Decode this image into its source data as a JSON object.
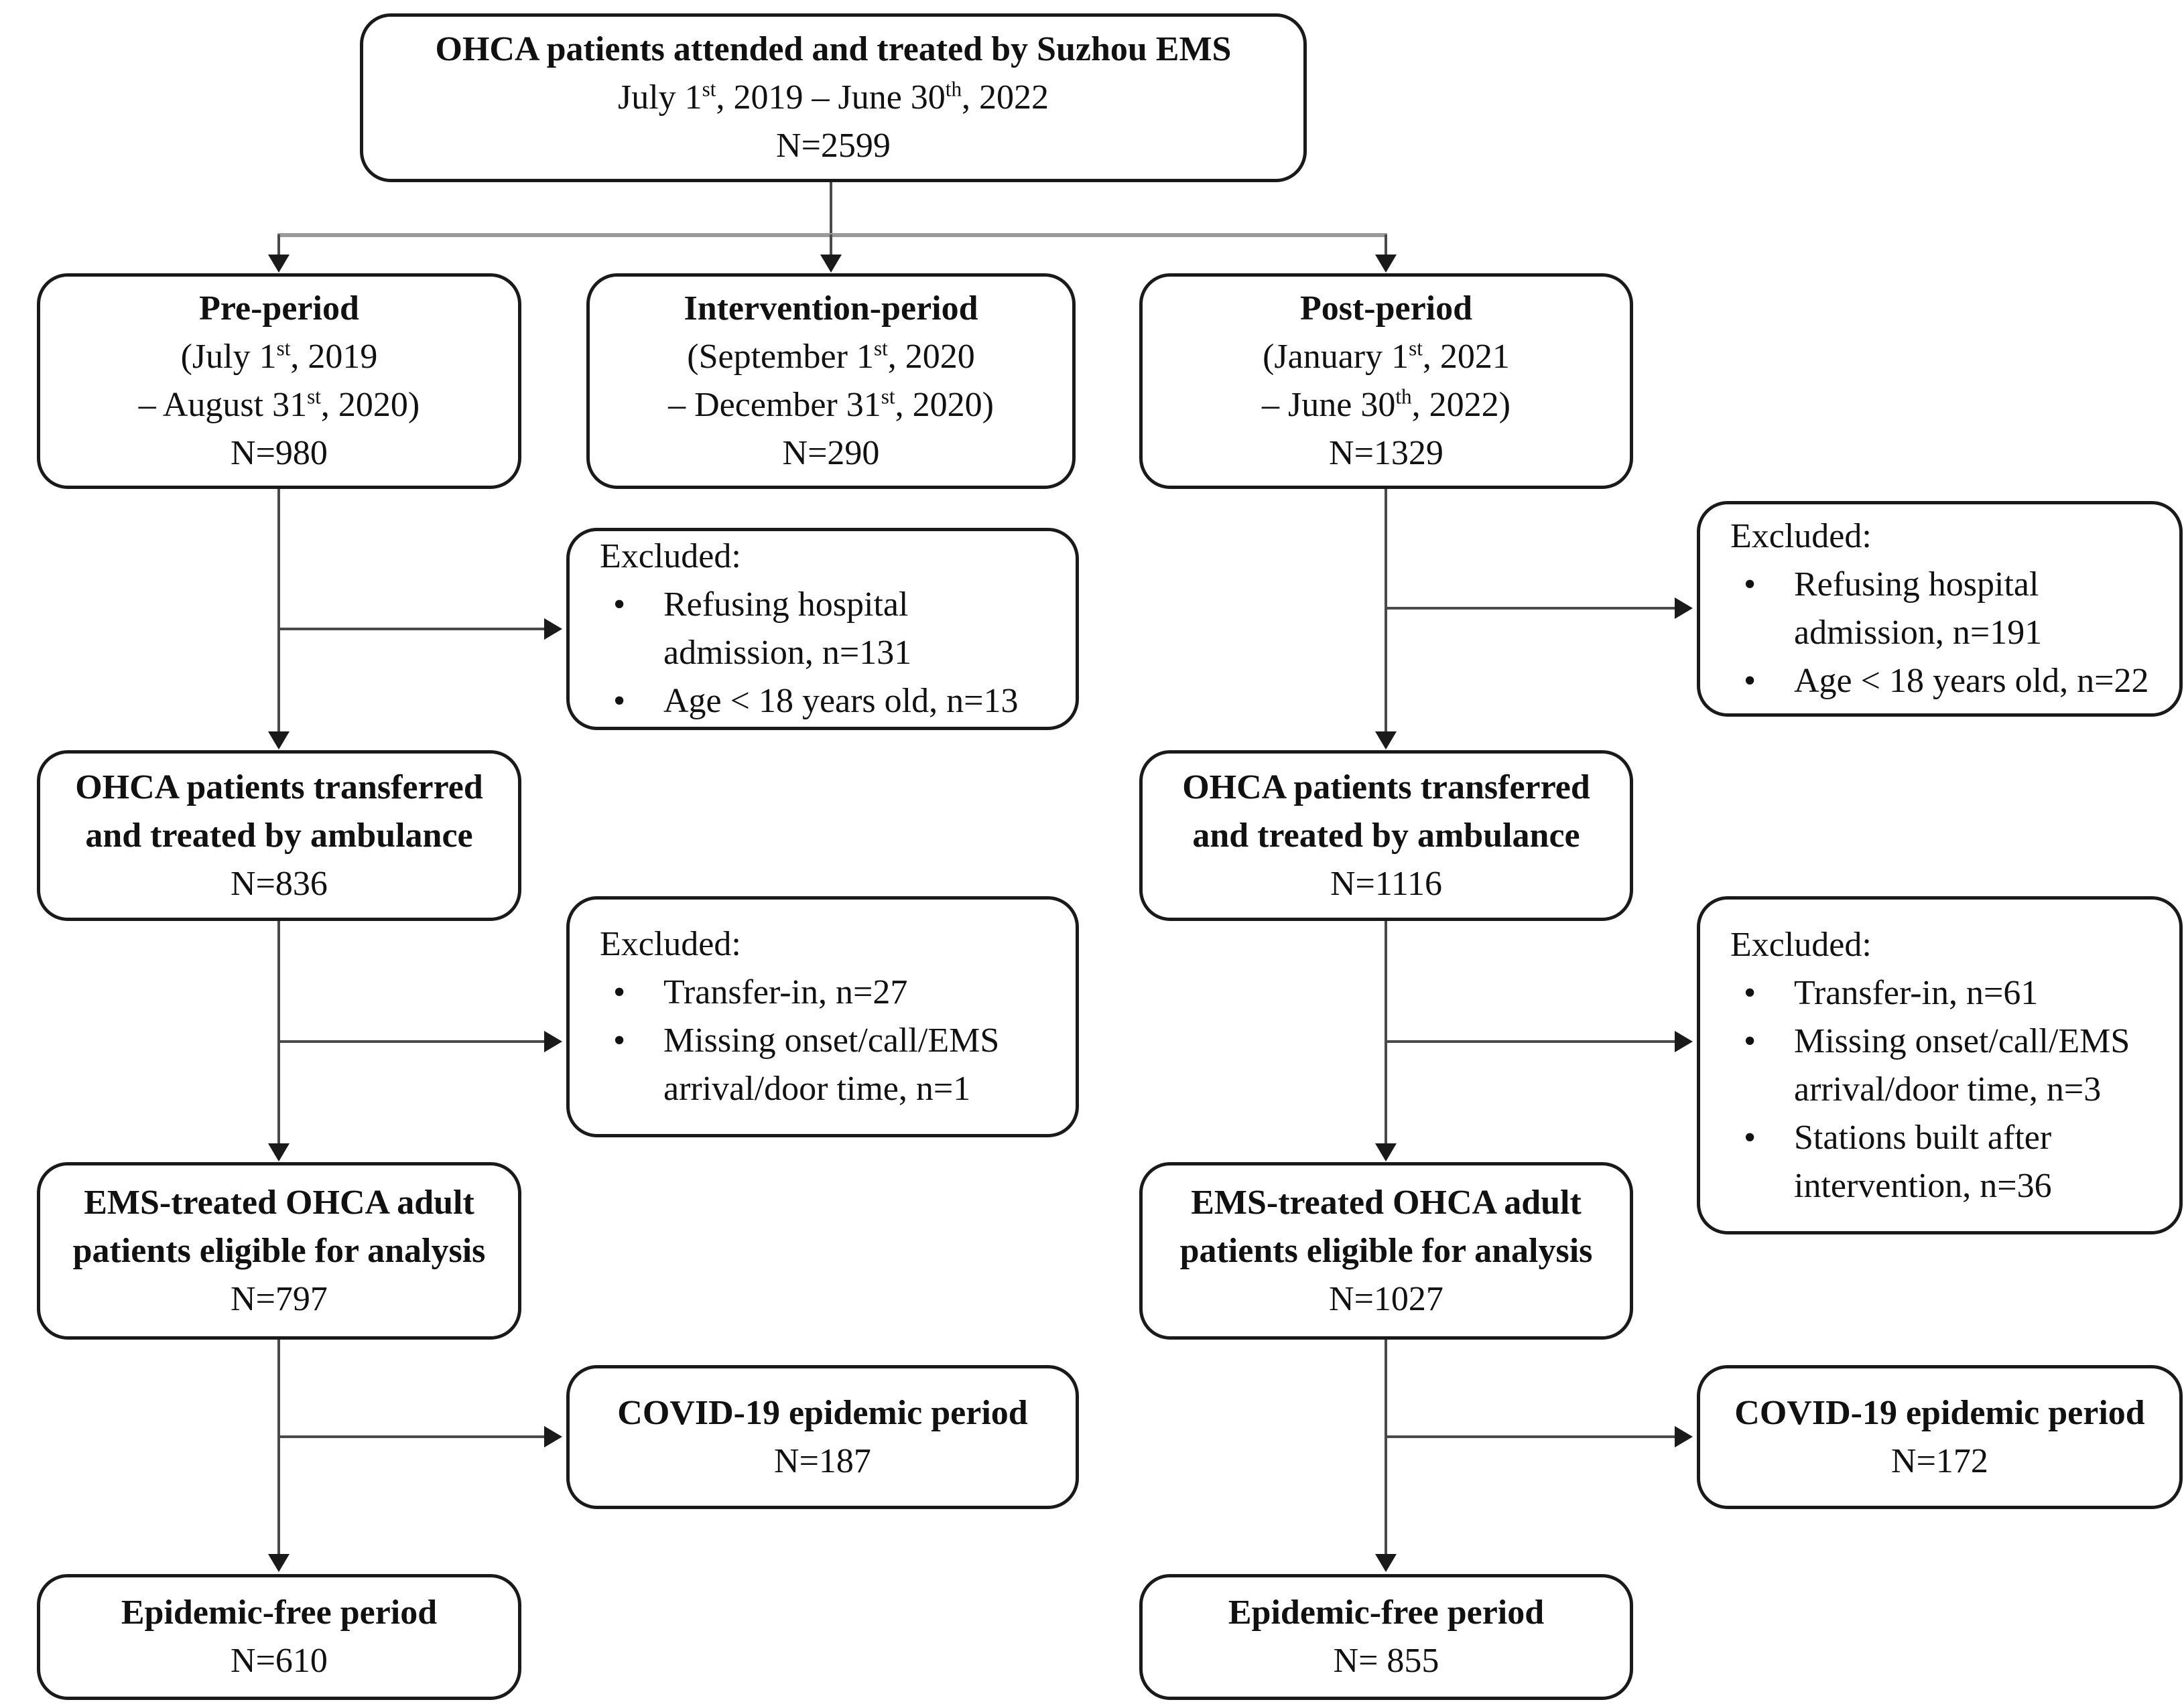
{
  "colors": {
    "ink": "#111111",
    "box_border": "#1a1a1a",
    "connector": "#4a4a4a",
    "top_branch_line": "#9a9a9a"
  },
  "boxes": {
    "root": {
      "title": "OHCA patients attended and treated by Suzhou EMS",
      "period": "July 1^st^, 2019 – June 30^th^, 2022",
      "n": "N=2599"
    },
    "pre": {
      "title": "Pre-period",
      "period1": "(July 1^st^, 2019",
      "period2": "– August 31^st^, 2020)",
      "n": "N=980"
    },
    "intervention": {
      "title": "Intervention-period",
      "period1": "(September 1^st^, 2020",
      "period2": "– December 31^st^, 2020)",
      "n": "N=290"
    },
    "post": {
      "title": "Post-period",
      "period1": "(January 1^st^, 2021",
      "period2": "– June 30^th^, 2022)",
      "n": "N=1329"
    },
    "pre_excluded1": {
      "header": "Excluded:",
      "bullet_glyph": "•",
      "bullets": [
        "Refusing hospital admission, n=131",
        "Age < 18 years old, n=13"
      ]
    },
    "post_excluded1": {
      "header": "Excluded:",
      "bullet_glyph": "•",
      "bullets": [
        "Refusing hospital admission, n=191",
        "Age < 18 years old, n=22"
      ]
    },
    "pre_transferred": {
      "line1": "OHCA patients transferred",
      "line2": "and treated by ambulance",
      "n": "N=836"
    },
    "post_transferred": {
      "line1": "OHCA patients transferred",
      "line2": "and treated by ambulance",
      "n": "N=1116"
    },
    "pre_excluded2": {
      "header": "Excluded:",
      "bullet_glyph": "•",
      "bullets": [
        "Transfer-in, n=27",
        "Missing onset/call/EMS arrival/door time, n=1"
      ]
    },
    "post_excluded2": {
      "header": "Excluded:",
      "bullet_glyph": "•",
      "bullets": [
        "Transfer-in, n=61",
        "Missing onset/call/EMS arrival/door time, n=3",
        "Stations built after intervention, n=36"
      ]
    },
    "pre_eligible": {
      "line1": "EMS-treated OHCA adult",
      "line2": "patients eligible for analysis",
      "n": "N=797"
    },
    "post_eligible": {
      "line1": "EMS-treated OHCA adult",
      "line2": "patients eligible for analysis",
      "n": "N=1027"
    },
    "pre_covid": {
      "title": "COVID-19 epidemic period",
      "n": "N=187"
    },
    "post_covid": {
      "title": "COVID-19 epidemic period",
      "n": "N=172"
    },
    "pre_epidemic_free": {
      "title": "Epidemic-free period",
      "n": "N=610"
    },
    "post_epidemic_free": {
      "title": "Epidemic-free period",
      "n": "N= 855"
    }
  }
}
